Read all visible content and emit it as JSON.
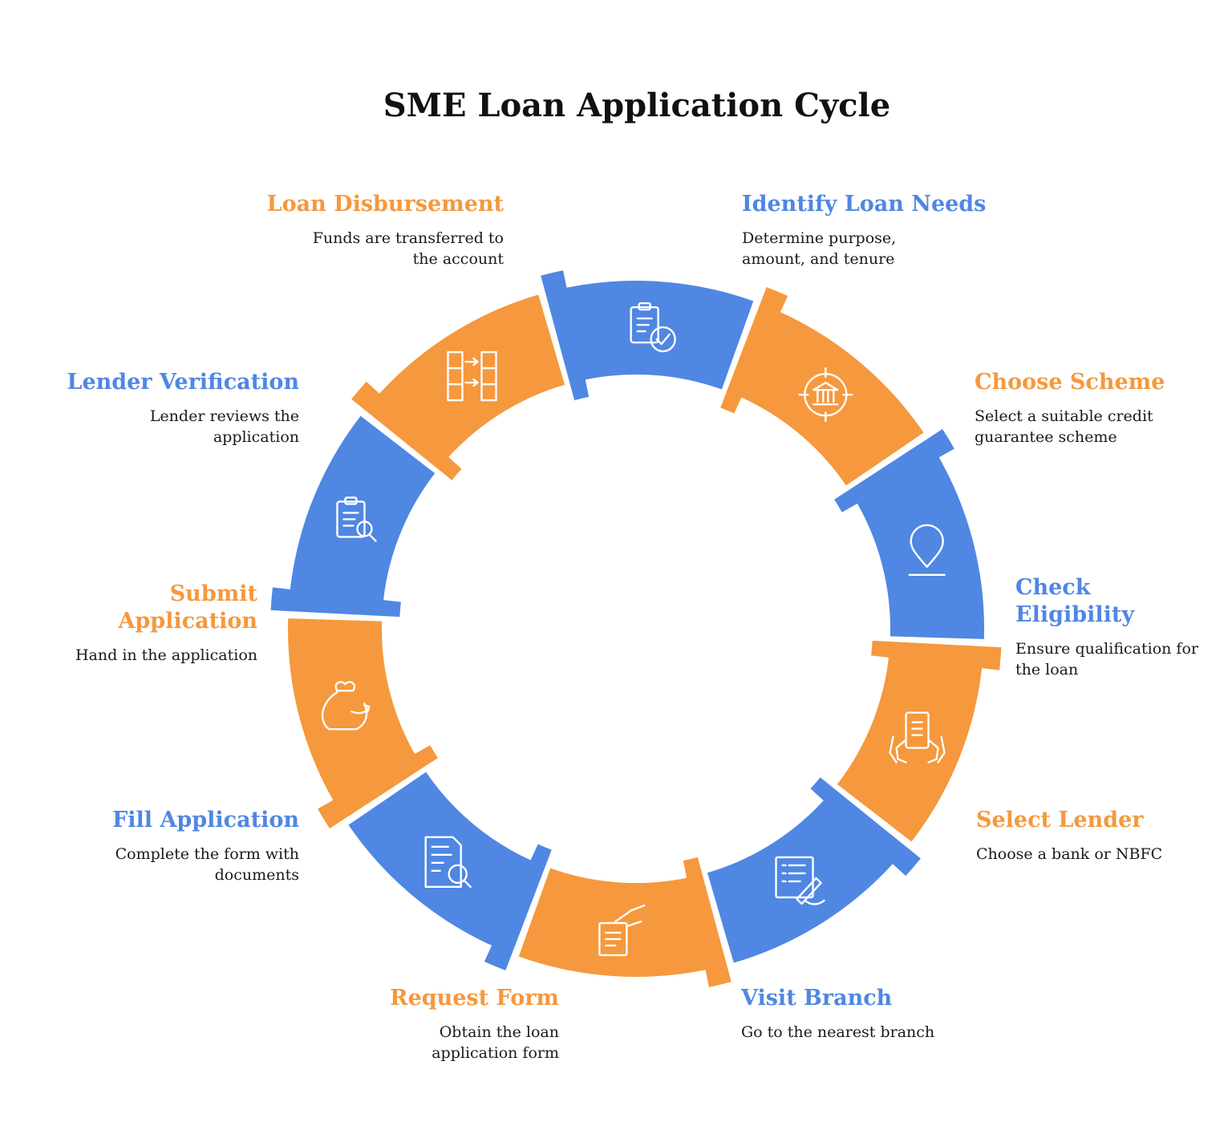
{
  "title": "SME Loan Application Cycle",
  "colors": {
    "blue": "#4f87e3",
    "orange": "#f6983d"
  },
  "steps": [
    {
      "title": "Identify Loan Needs",
      "desc": "Determine purpose, amount, and tenure",
      "color": "blue",
      "icon": "clipboard-search-icon"
    },
    {
      "title": "Choose Scheme",
      "desc": "Select a suitable credit guarantee scheme",
      "color": "orange",
      "icon": "compare-columns-icon"
    },
    {
      "title": "Check Eligibility",
      "desc": "Ensure qualification for the loan",
      "color": "blue",
      "icon": "clipboard-check-icon"
    },
    {
      "title": "Select Lender",
      "desc": "Choose a bank or NBFC",
      "color": "orange",
      "icon": "bank-target-icon"
    },
    {
      "title": "Visit Branch",
      "desc": "Go to the nearest branch",
      "color": "blue",
      "icon": "location-pin-icon"
    },
    {
      "title": "Request Form",
      "desc": "Obtain the loan application form",
      "color": "orange",
      "icon": "hands-form-icon"
    },
    {
      "title": "Fill Application",
      "desc": "Complete the form with documents",
      "color": "blue",
      "icon": "form-pen-icon"
    },
    {
      "title": "Submit Application",
      "desc": "Hand in the application",
      "color": "orange",
      "icon": "hand-document-icon"
    },
    {
      "title": "Lender Verification",
      "desc": "Lender reviews the application",
      "color": "blue",
      "icon": "document-search-icon"
    },
    {
      "title": "Loan Disbursement",
      "desc": "Funds are transferred to the account",
      "color": "orange",
      "icon": "money-bag-icon"
    }
  ]
}
